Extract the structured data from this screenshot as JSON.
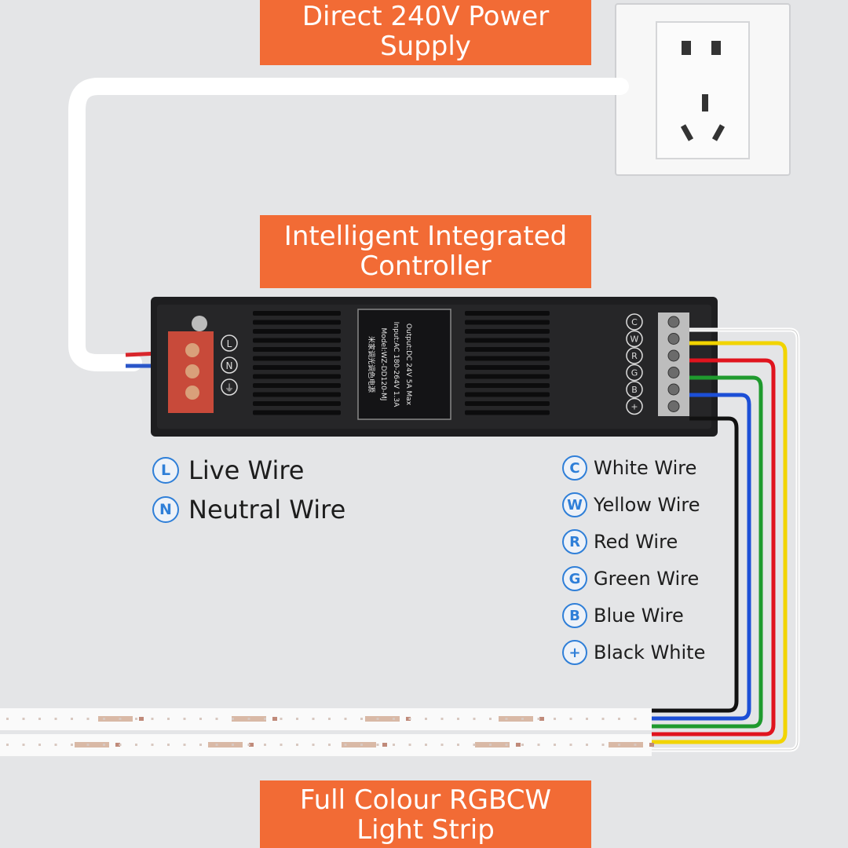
{
  "banners": {
    "top": {
      "line1": "Direct 240V Power",
      "line2": "Supply"
    },
    "middle": {
      "line1": "Intelligent Integrated",
      "line2": "Controller"
    },
    "bottom": {
      "line1": "Full Colour RGBCW",
      "line2": "Light Strip"
    }
  },
  "controller": {
    "input_terminals": [
      "L",
      "N",
      "⏚"
    ],
    "output_terminals": [
      "C",
      "W",
      "R",
      "G",
      "B",
      "+"
    ],
    "label_lines": [
      "米家调光调色电源",
      "Model:WZ-DD120-MJ",
      "Input:AC 180-264V 1.3A",
      "Output:DC 24V 5A Max"
    ]
  },
  "legend_left": [
    {
      "badge": "L",
      "text": "Live Wire"
    },
    {
      "badge": "N",
      "text": "Neutral Wire"
    }
  ],
  "legend_right": [
    {
      "badge": "C",
      "text": "White Wire"
    },
    {
      "badge": "W",
      "text": "Yellow Wire"
    },
    {
      "badge": "R",
      "text": "Red Wire"
    },
    {
      "badge": "G",
      "text": "Green Wire"
    },
    {
      "badge": "B",
      "text": "Blue Wire"
    },
    {
      "badge": "+",
      "text": "Black White"
    }
  ],
  "colors": {
    "banner": "#f26b35",
    "badge": "#2f7fd8",
    "wire_white": "#ffffff",
    "wire_yellow": "#f2d400",
    "wire_red": "#e0141e",
    "wire_green": "#1f9a2e",
    "wire_blue": "#1c4fd6",
    "wire_black": "#111111",
    "live_red": "#d8262c",
    "neutral_blue": "#2a56c9",
    "controller_body": "#1e1e20"
  }
}
